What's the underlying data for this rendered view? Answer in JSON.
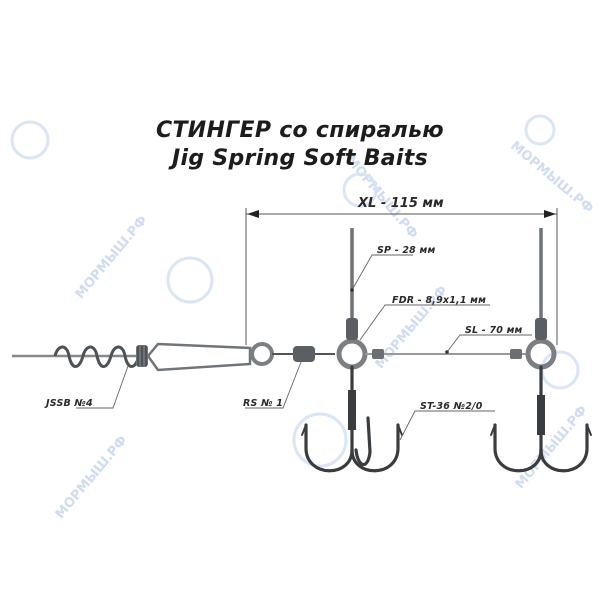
{
  "title": {
    "line1": "СТИНГЕР со спиралью",
    "line2": "Jig Spring Soft Baits"
  },
  "dimension": {
    "overall_length": "XL - 115 мм"
  },
  "labels": {
    "spring_pin": "SP - 28 мм",
    "ring": "FDR - 8,9x1,1 мм",
    "stinger_line": "SL - 70 мм",
    "spring": "JSSB №4",
    "swivel": "RS № 1",
    "treble_hook": "ST-36 №2/0"
  },
  "watermark": {
    "text": "МОРМЫШ.РФ",
    "color": "#cfdcf2"
  },
  "colors": {
    "text": "#1c1c1c",
    "metal": "#6e7378",
    "hook": "#3a3d40",
    "leader": "#8a8a8a"
  }
}
